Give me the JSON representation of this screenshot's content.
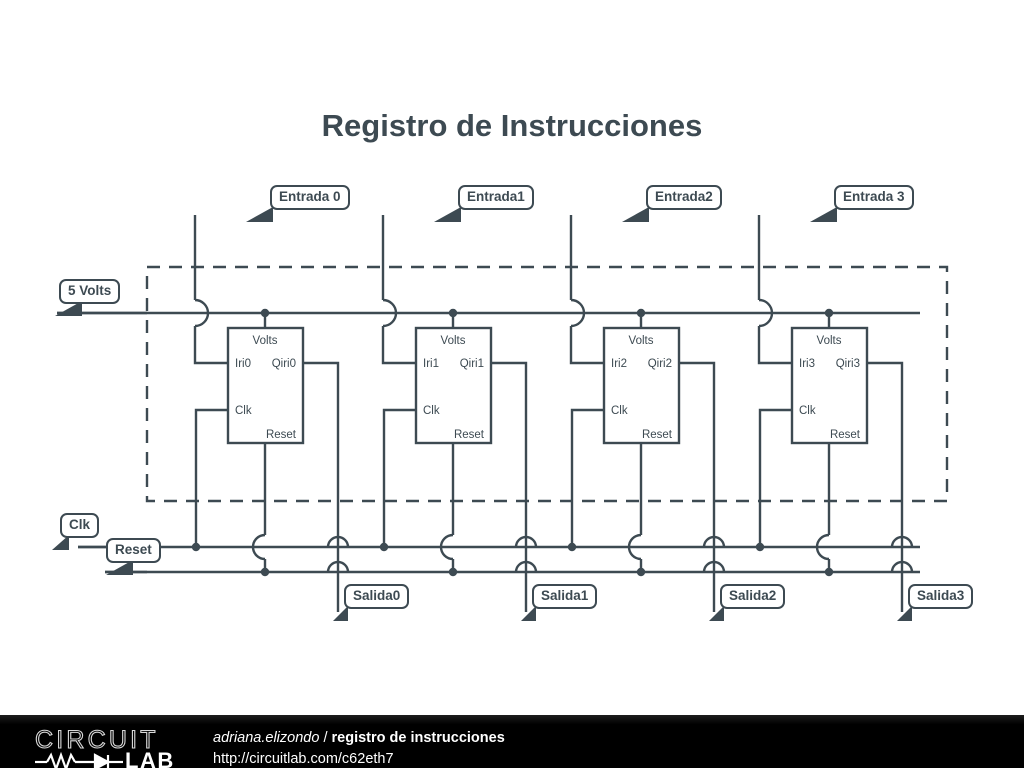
{
  "title": "Registro de Instrucciones",
  "colors": {
    "wire": "#3d4a52",
    "background": "#ffffff",
    "footer_bg": "#000000",
    "footer_text": "#ffffff"
  },
  "inputs": [
    {
      "label": "Entrada 0"
    },
    {
      "label": "Entrada1"
    },
    {
      "label": "Entrada2"
    },
    {
      "label": "Entrada 3"
    }
  ],
  "outputs": [
    {
      "label": "Salida0"
    },
    {
      "label": "Salida1"
    },
    {
      "label": "Salida2"
    },
    {
      "label": "Salida3"
    }
  ],
  "rails": [
    {
      "label": "5 Volts"
    },
    {
      "label": "Clk"
    },
    {
      "label": "Reset"
    }
  ],
  "blocks": [
    {
      "supply": "Volts",
      "in": "Iri0",
      "out": "Qiri0",
      "clk": "Clk",
      "reset": "Reset"
    },
    {
      "supply": "Volts",
      "in": "Iri1",
      "out": "Qiri1",
      "clk": "Clk",
      "reset": "Reset"
    },
    {
      "supply": "Volts",
      "in": "Iri2",
      "out": "Qiri2",
      "clk": "Clk",
      "reset": "Reset"
    },
    {
      "supply": "Volts",
      "in": "Iri3",
      "out": "Qiri3",
      "clk": "Clk",
      "reset": "Reset"
    }
  ],
  "footer": {
    "logo_word_1": "CIRCUIT",
    "logo_word_2": "LAB",
    "user": "adriana.elizondo",
    "separator": " / ",
    "project": "registro de instrucciones",
    "url": "http://circuitlab.com/c62eth7"
  }
}
